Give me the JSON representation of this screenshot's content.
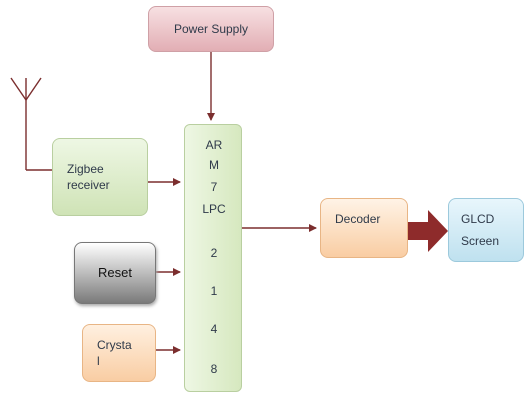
{
  "nodes": {
    "power_supply": "Power Supply",
    "zigbee_line1": "Zigbee",
    "zigbee_line2": "receiver",
    "reset": "Reset",
    "crystal_line1": "Crysta",
    "crystal_line2": "l",
    "decoder": "Decoder",
    "glcd_line1": "GLCD",
    "glcd_line2": "Screen"
  },
  "arm_block": {
    "lines": [
      "AR",
      "M",
      "7",
      "LPC",
      "2",
      "1",
      "4",
      "8"
    ]
  },
  "colors": {
    "connector": "#7b2e2e",
    "thick_arrow": "#8e2b2b"
  },
  "icons": {
    "antenna": "antenna-icon"
  }
}
